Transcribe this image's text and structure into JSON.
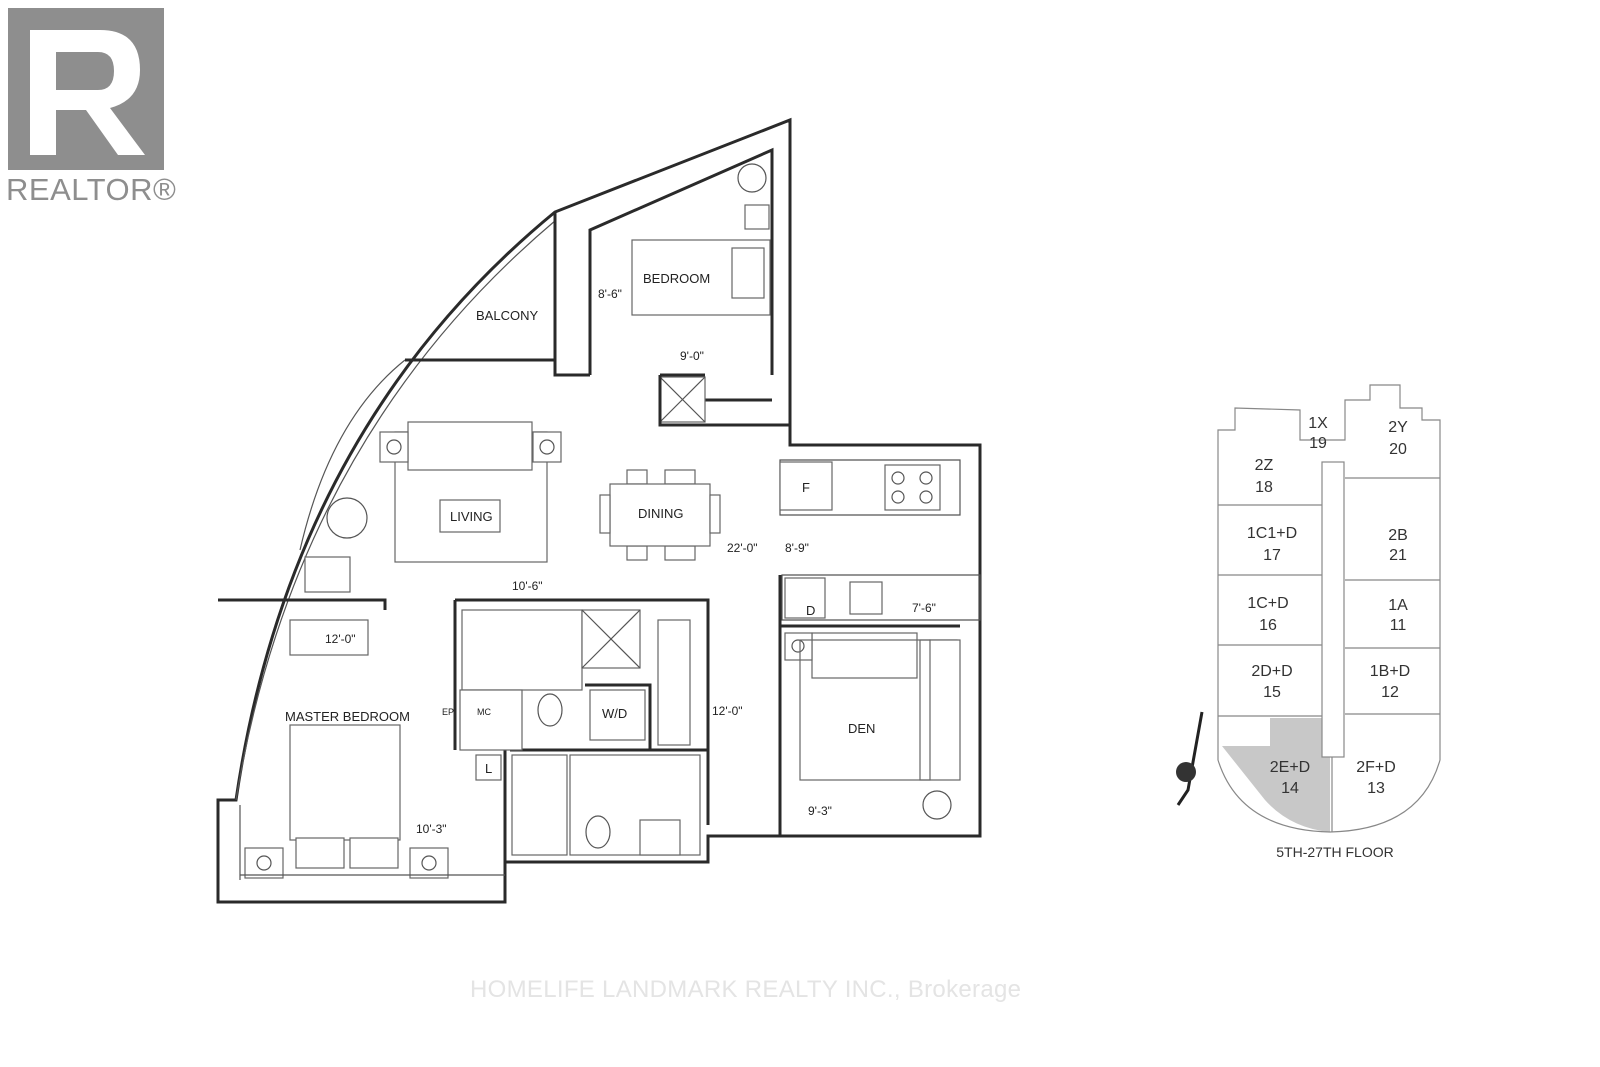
{
  "logo": {
    "text": "REALTOR®",
    "color": "#8e8e8e"
  },
  "rooms": {
    "balcony": "BALCONY",
    "bedroom": "BEDROOM",
    "living": "LIVING",
    "dining": "DINING",
    "master_bedroom": "MASTER BEDROOM",
    "den": "DEN",
    "wd": "W/D",
    "fridge": "F",
    "dishwasher": "D",
    "linen": "L",
    "ep": "EP",
    "mc": "MC"
  },
  "dimensions": {
    "bedroom_w": "8'-6\"",
    "bedroom_d": "9'-0\"",
    "living_dining": "22'-0\"",
    "kitchen": "8'-9\"",
    "living_d": "10'-6\"",
    "kitchen_d": "7'-6\"",
    "master_w": "12'-0\"",
    "master_d": "10'-3\"",
    "den_w": "12'-0\"",
    "den_d": "9'-3\""
  },
  "key_plan": {
    "floor_label": "5TH-27TH FLOOR",
    "highlight_color": "#c8c8c8",
    "units": [
      {
        "type": "1X",
        "number": "19"
      },
      {
        "type": "2Y",
        "number": "20"
      },
      {
        "type": "2Z",
        "number": "18"
      },
      {
        "type": "1C1+D",
        "number": "17"
      },
      {
        "type": "2B",
        "number": "21"
      },
      {
        "type": "1C+D",
        "number": "16"
      },
      {
        "type": "1A",
        "number": "11"
      },
      {
        "type": "2D+D",
        "number": "15"
      },
      {
        "type": "1B+D",
        "number": "12"
      },
      {
        "type": "2E+D",
        "number": "14",
        "highlighted": true
      },
      {
        "type": "2F+D",
        "number": "13"
      }
    ]
  },
  "watermark": "HOMELIFE LANDMARK REALTY INC., Brokerage"
}
